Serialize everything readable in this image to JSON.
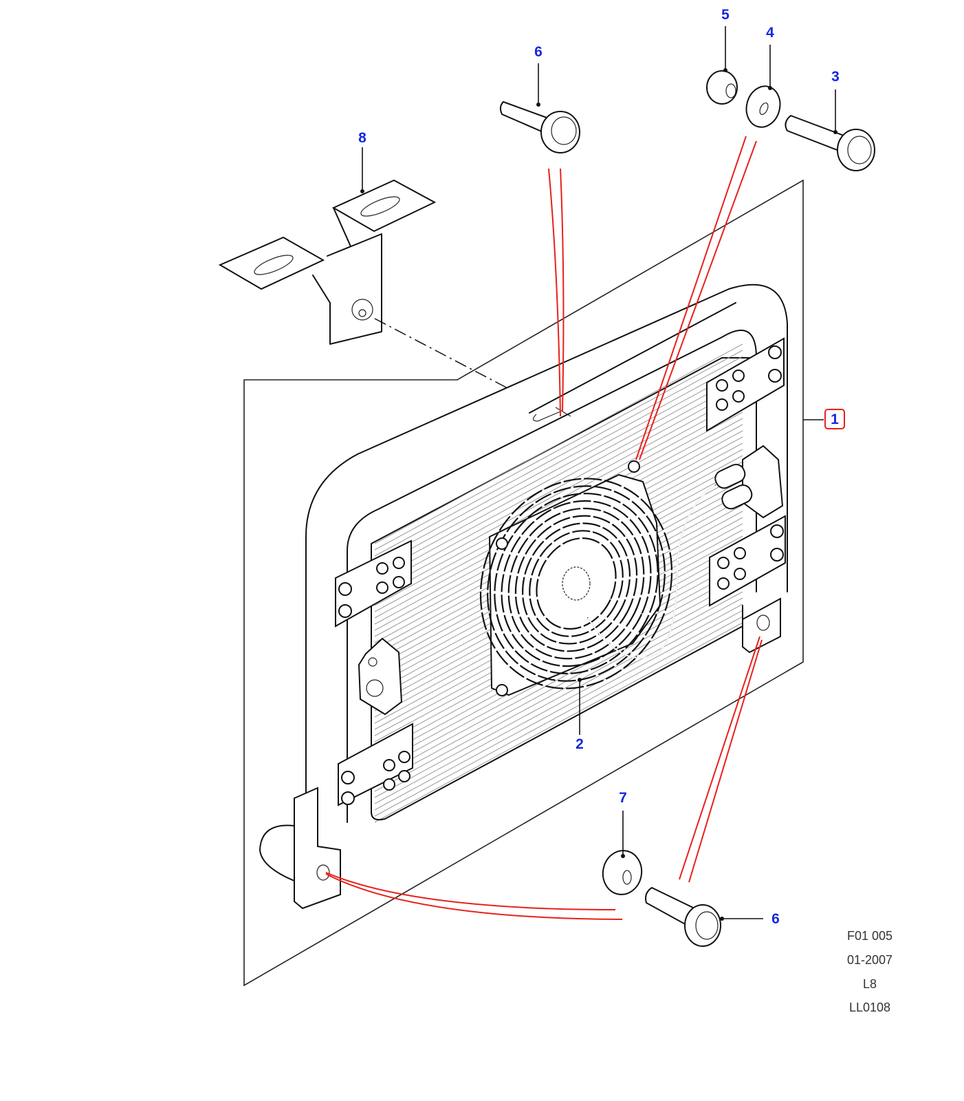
{
  "diagram": {
    "title": "Condenser fan assembly exploded view",
    "callouts": [
      {
        "id": "c1",
        "label": "1",
        "highlighted": true
      },
      {
        "id": "c2",
        "label": "2"
      },
      {
        "id": "c3",
        "label": "3"
      },
      {
        "id": "c4",
        "label": "4"
      },
      {
        "id": "c5",
        "label": "5"
      },
      {
        "id": "c6a",
        "label": "6"
      },
      {
        "id": "c6b",
        "label": "6"
      },
      {
        "id": "c7",
        "label": "7"
      },
      {
        "id": "c8",
        "label": "8"
      }
    ],
    "reference": {
      "code": "F01 005",
      "date": "01-2007",
      "variant": "L8",
      "ident": "LL0108"
    },
    "colors": {
      "callout_text": "#1428e0",
      "highlight_box": "#e8201a",
      "assembly_line": "#e8201a",
      "line_art": "#111111"
    }
  }
}
